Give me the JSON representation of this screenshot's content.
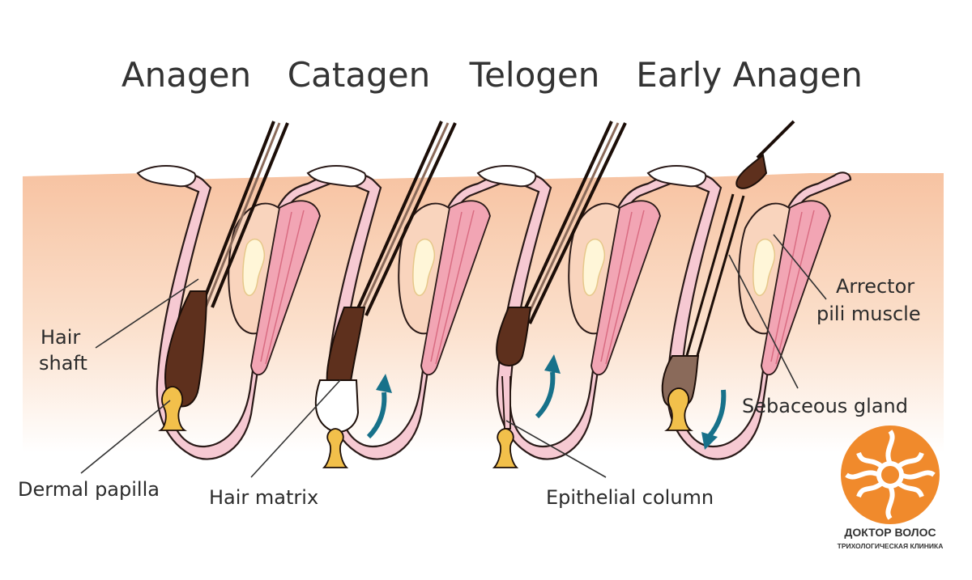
{
  "stages": [
    {
      "title": "Anagen"
    },
    {
      "title": "Catagen"
    },
    {
      "title": "Telogen"
    },
    {
      "title": "Early Anagen"
    }
  ],
  "labels": {
    "hair_shaft_1": "Hair",
    "hair_shaft_2": "shaft",
    "dermal_papilla": "Dermal papilla",
    "hair_matrix": "Hair matrix",
    "epithelial_column": "Epithelial column",
    "arrector_1": "Arrector",
    "arrector_2": "pili muscle",
    "sebaceous_gland": "Sebaceous gland"
  },
  "logo": {
    "name": "ДОКТОР ВОЛОС",
    "subtitle": "ТРИХОЛОГИЧЕСКАЯ КЛИНИКА"
  },
  "colors": {
    "skin_top": "#f7c6a6",
    "skin_bottom": "#ffffff",
    "follicle_outer": "#f4c4cf",
    "gland": "#f9d3b9",
    "muscle": "#e58fa0",
    "hair": "#5a2e1e",
    "papilla": "#f2c04b",
    "arrow": "#17718a",
    "logo_orange": "#f08a2c"
  }
}
